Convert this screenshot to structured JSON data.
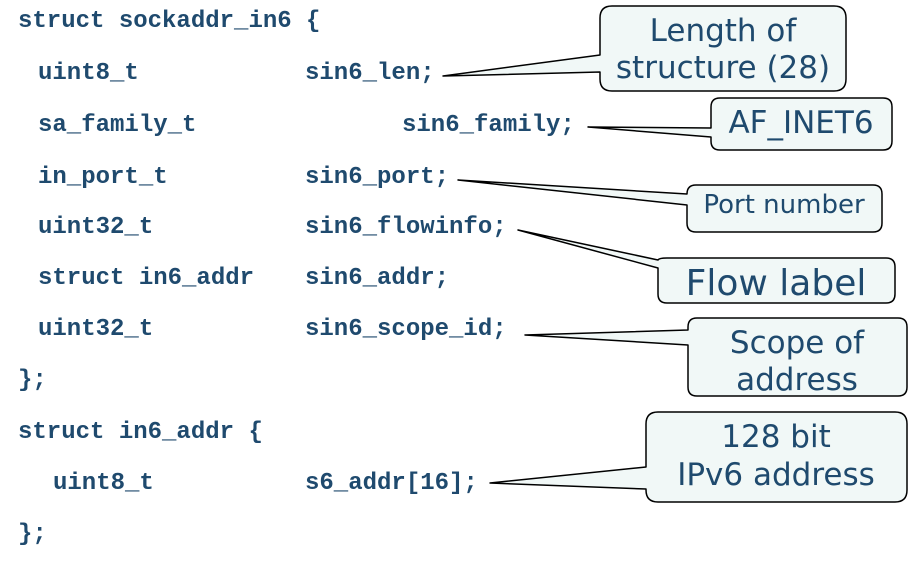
{
  "code": {
    "struct1_open": "struct sockaddr_in6 {",
    "fields": [
      {
        "type": "uint8_t",
        "name": "sin6_len;"
      },
      {
        "type": "sa_family_t",
        "name": "sin6_family;"
      },
      {
        "type": "in_port_t",
        "name": "sin6_port;"
      },
      {
        "type": "uint32_t",
        "name": "sin6_flowinfo;"
      },
      {
        "type": "struct in6_addr",
        "name": "sin6_addr;"
      },
      {
        "type": "uint32_t",
        "name": "sin6_scope_id;"
      }
    ],
    "struct1_close": "};",
    "struct2_open": "struct in6_addr {",
    "struct2_field": {
      "type": "uint8_t",
      "name": "s6_addr[16];"
    },
    "struct2_close": "};"
  },
  "callouts": {
    "len": {
      "line1": "Length of",
      "line2": "structure (28)"
    },
    "family": {
      "text": "AF_INET6"
    },
    "port": {
      "text": "Port number"
    },
    "flowinfo": {
      "text": "Flow label"
    },
    "scope": {
      "line1": "Scope of",
      "line2": "address"
    },
    "addr": {
      "line1": "128 bit",
      "line2": "IPv6 address"
    }
  },
  "colors": {
    "code_text": "#1f4a6e",
    "callout_fill": "#f1f8f7",
    "callout_border": "#000000"
  }
}
